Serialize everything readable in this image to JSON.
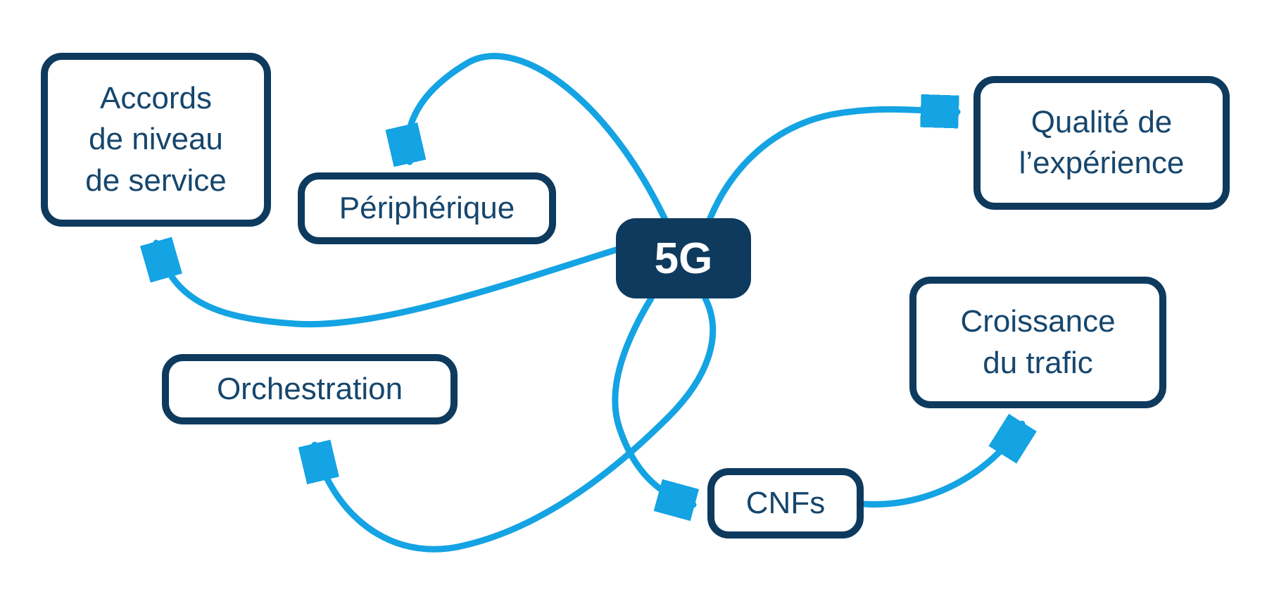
{
  "diagram": {
    "type": "mindmap",
    "center": {
      "label": "5G"
    },
    "nodes": [
      {
        "id": "accords",
        "label": "Accords\nde niveau\nde service"
      },
      {
        "id": "peripherique",
        "label": "Périphérique"
      },
      {
        "id": "qualite",
        "label": "Qualité de\nl’expérience"
      },
      {
        "id": "croissance",
        "label": "Croissance\ndu trafic"
      },
      {
        "id": "orchestration",
        "label": "Orchestration"
      },
      {
        "id": "cnfs",
        "label": "CNFs"
      }
    ],
    "edges": [
      {
        "from": "5G",
        "to": "Périphérique"
      },
      {
        "from": "5G",
        "to": "Qualité de l’expérience"
      },
      {
        "from": "5G",
        "to": "Accords de niveau de service"
      },
      {
        "from": "5G",
        "to": "CNFs"
      },
      {
        "from": "5G",
        "to": "Orchestration"
      },
      {
        "from": "CNFs",
        "to": "Croissance du trafic"
      }
    ],
    "colors": {
      "navy": "#0e3a5e",
      "arrow_blue": "#14a3e3",
      "label_text": "#16466d",
      "background": "#ffffff",
      "center_text": "#ffffff"
    }
  }
}
